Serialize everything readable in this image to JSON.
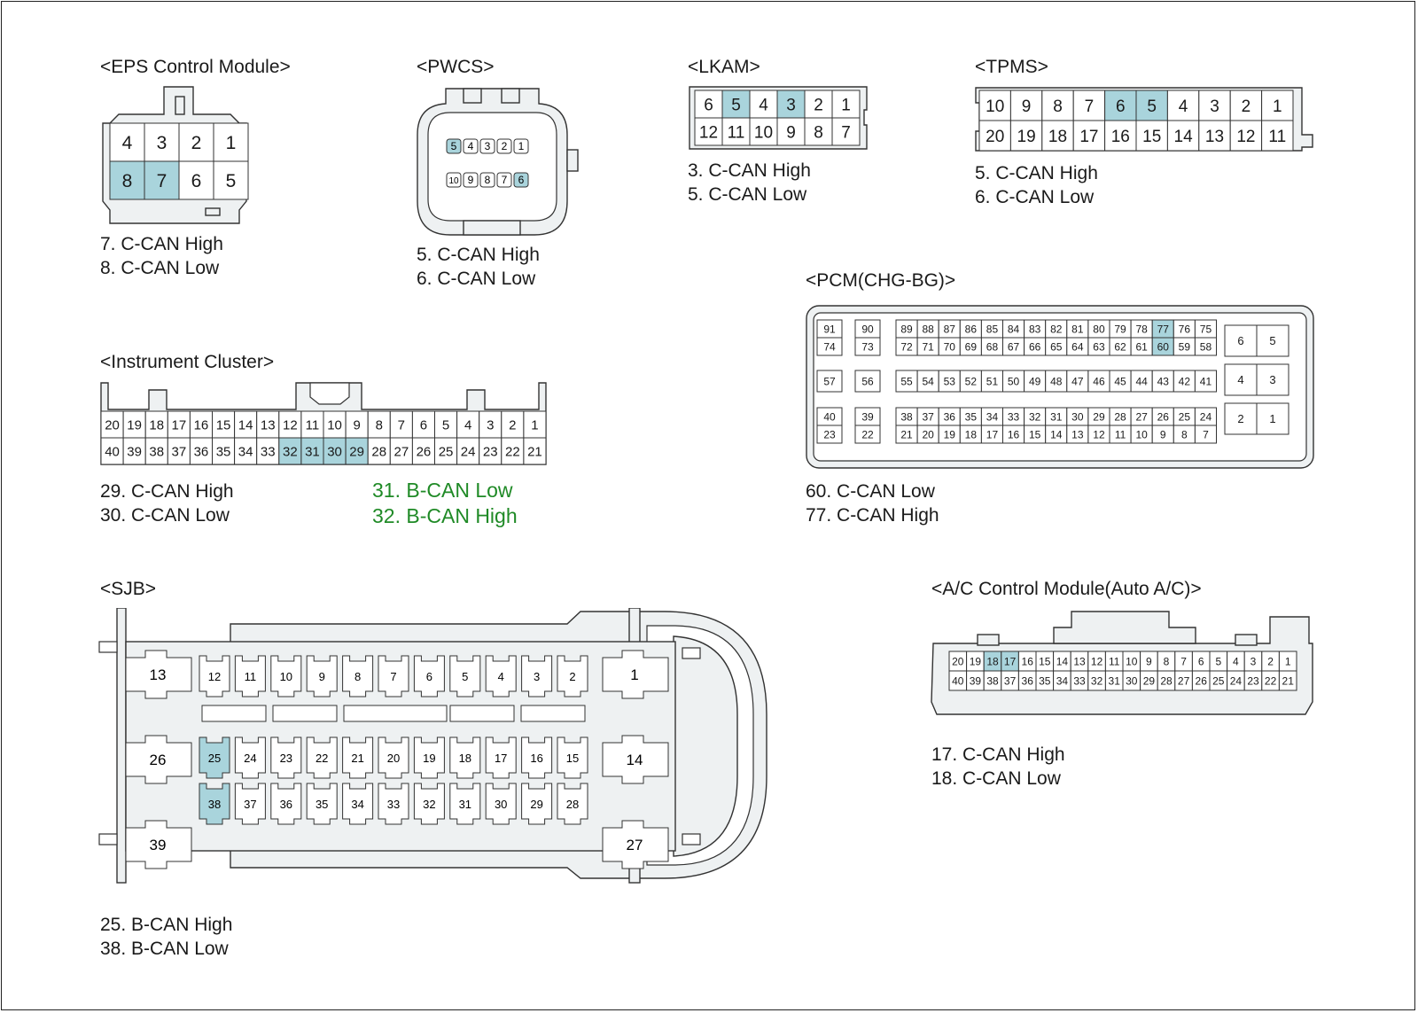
{
  "colors": {
    "highlight": "#a9d4dc",
    "cell": "#ffffff",
    "body": "#eef1f2",
    "green_text": "#1f8a26"
  },
  "eps": {
    "title": "<EPS Control Module>",
    "row1": [
      "4",
      "3",
      "2",
      "1"
    ],
    "row2": [
      "8",
      "7",
      "6",
      "5"
    ],
    "highlighted": [
      "7",
      "8"
    ],
    "notes": [
      "7. C-CAN High",
      "8. C-CAN Low"
    ]
  },
  "pwcs": {
    "title": "<PWCS>",
    "row1": [
      "5",
      "4",
      "3",
      "2",
      "1"
    ],
    "row2": [
      "10",
      "9",
      "8",
      "7",
      "6"
    ],
    "highlighted": [
      "5",
      "6"
    ],
    "notes": [
      "5. C-CAN High",
      "6. C-CAN Low"
    ]
  },
  "lkam": {
    "title": "<LKAM>",
    "row1": [
      "6",
      "5",
      "4",
      "3",
      "2",
      "1"
    ],
    "row2": [
      "12",
      "11",
      "10",
      "9",
      "8",
      "7"
    ],
    "highlighted": [
      "3",
      "5"
    ],
    "notes": [
      "3. C-CAN High",
      "5. C-CAN Low"
    ]
  },
  "tpms": {
    "title": "<TPMS>",
    "row1": [
      "10",
      "9",
      "8",
      "7",
      "6",
      "5",
      "4",
      "3",
      "2",
      "1"
    ],
    "row2": [
      "20",
      "19",
      "18",
      "17",
      "16",
      "15",
      "14",
      "13",
      "12",
      "11"
    ],
    "highlighted": [
      "5",
      "6"
    ],
    "notes": [
      "5. C-CAN High",
      "6. C-CAN Low"
    ]
  },
  "pcm": {
    "title": "<PCM(CHG-BG)>",
    "rows": [
      [
        [
          "91",
          "74"
        ],
        [
          "90",
          "73"
        ],
        [
          "89",
          "72"
        ],
        [
          "88",
          "71"
        ],
        [
          "87",
          "70"
        ],
        [
          "86",
          "69"
        ],
        [
          "85",
          "68"
        ],
        [
          "84",
          "67"
        ],
        [
          "83",
          "66"
        ],
        [
          "82",
          "65"
        ],
        [
          "81",
          "64"
        ],
        [
          "80",
          "63"
        ],
        [
          "79",
          "62"
        ],
        [
          "78",
          "61"
        ],
        [
          "77",
          "60"
        ],
        [
          "76",
          "59"
        ],
        [
          "75",
          "58"
        ]
      ],
      [
        [
          "57"
        ],
        [
          "56"
        ],
        [
          "55"
        ],
        [
          "54"
        ],
        [
          "53"
        ],
        [
          "52"
        ],
        [
          "51"
        ],
        [
          "50"
        ],
        [
          "49"
        ],
        [
          "48"
        ],
        [
          "47"
        ],
        [
          "46"
        ],
        [
          "45"
        ],
        [
          "44"
        ],
        [
          "43"
        ],
        [
          "42"
        ],
        [
          "41"
        ]
      ],
      [
        [
          "40",
          "23"
        ],
        [
          "39",
          "22"
        ],
        [
          "38",
          "21"
        ],
        [
          "37",
          "20"
        ],
        [
          "36",
          "19"
        ],
        [
          "35",
          "18"
        ],
        [
          "34",
          "17"
        ],
        [
          "33",
          "16"
        ],
        [
          "32",
          "15"
        ],
        [
          "31",
          "14"
        ],
        [
          "30",
          "13"
        ],
        [
          "29",
          "12"
        ],
        [
          "28",
          "11"
        ],
        [
          "27",
          "10"
        ],
        [
          "26",
          "9"
        ],
        [
          "25",
          "8"
        ],
        [
          "24",
          "7"
        ]
      ]
    ],
    "side": [
      [
        "6",
        "5"
      ],
      [
        "4",
        "3"
      ],
      [
        "2",
        "1"
      ]
    ],
    "highlighted": [
      "60",
      "77"
    ],
    "notes": [
      "60. C-CAN Low",
      "77. C-CAN High"
    ]
  },
  "cluster": {
    "title": "<Instrument Cluster>",
    "row1": [
      "20",
      "19",
      "18",
      "17",
      "16",
      "15",
      "14",
      "13",
      "12",
      "11",
      "10",
      "9",
      "8",
      "7",
      "6",
      "5",
      "4",
      "3",
      "2",
      "1"
    ],
    "row2": [
      "40",
      "39",
      "38",
      "37",
      "36",
      "35",
      "34",
      "33",
      "32",
      "31",
      "30",
      "29",
      "28",
      "27",
      "26",
      "25",
      "24",
      "23",
      "22",
      "21"
    ],
    "highlighted": [
      "29",
      "30",
      "31",
      "32"
    ],
    "notes": [
      "29. C-CAN High",
      "30. C-CAN Low"
    ],
    "notes_green": [
      "31. B-CAN Low",
      "32. B-CAN High"
    ]
  },
  "sjb": {
    "title": "<SJB>",
    "big_left": [
      "13",
      "26",
      "39"
    ],
    "big_right": [
      "1",
      "14",
      "27"
    ],
    "row1": [
      "12",
      "11",
      "10",
      "9",
      "8",
      "7",
      "6",
      "5",
      "4",
      "3",
      "2"
    ],
    "row2": [
      "25",
      "24",
      "23",
      "22",
      "21",
      "20",
      "19",
      "18",
      "17",
      "16",
      "15"
    ],
    "row3": [
      "38",
      "37",
      "36",
      "35",
      "34",
      "33",
      "32",
      "31",
      "30",
      "29",
      "28"
    ],
    "highlighted": [
      "25",
      "38"
    ],
    "notes": [
      "25. B-CAN High",
      "38. B-CAN Low"
    ]
  },
  "ac": {
    "title": "<A/C Control Module(Auto A/C)>",
    "row1": [
      "20",
      "19",
      "18",
      "17",
      "16",
      "15",
      "14",
      "13",
      "12",
      "11",
      "10",
      "9",
      "8",
      "7",
      "6",
      "5",
      "4",
      "3",
      "2",
      "1"
    ],
    "row2": [
      "40",
      "39",
      "38",
      "37",
      "36",
      "35",
      "34",
      "33",
      "32",
      "31",
      "30",
      "29",
      "28",
      "27",
      "26",
      "25",
      "24",
      "23",
      "22",
      "21"
    ],
    "highlighted": [
      "17",
      "18"
    ],
    "notes": [
      "17. C-CAN High",
      "18. C-CAN Low"
    ]
  }
}
